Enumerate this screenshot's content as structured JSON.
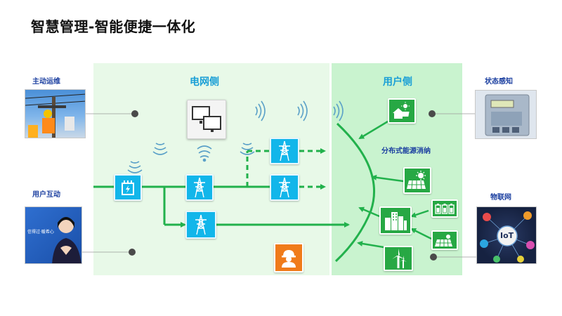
{
  "title": "智慧管理-智能便捷一体化",
  "grid_side": {
    "label": "电网侧"
  },
  "user_side": {
    "label": "用户侧",
    "distributed_label": "分布式能源消纳"
  },
  "left": {
    "top_label": "主动运维",
    "bottom_label": "用户互动"
  },
  "right": {
    "top_label": "状态感知",
    "bottom_label": "物联网"
  },
  "photo_text": {
    "iot": "IoT",
    "service_banner": "信得过·暖希心"
  },
  "colors": {
    "accent_blue": "#1a9fd6",
    "line_green": "#22b14c",
    "icon_blue": "#12b6ea",
    "icon_green": "#27a844",
    "icon_orange": "#f07b1a"
  },
  "icons": [
    "monitor-icon",
    "wireless-signal-icon",
    "transformer-icon",
    "power-tower-icon",
    "worker-icon",
    "house-solar-icon",
    "solar-panel-icon",
    "city-icon",
    "battery-icon",
    "wind-turbine-icon"
  ]
}
